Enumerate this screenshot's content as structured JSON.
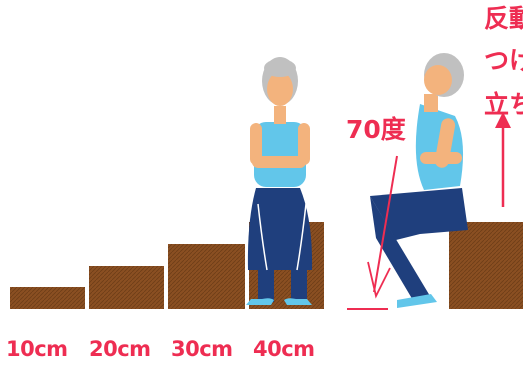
{
  "steps": [
    {
      "label": "10cm",
      "height_cm": 10
    },
    {
      "label": "20cm",
      "height_cm": 20
    },
    {
      "label": "30cm",
      "height_cm": 30
    },
    {
      "label": "40cm",
      "height_cm": 40
    }
  ],
  "angle_label": "70度",
  "side_text": [
    "反動",
    "つけ",
    "立ち"
  ],
  "colors": {
    "accent": "#ee2d52",
    "box": "#8a4f22",
    "shirt": "#62c6ea",
    "pants": "#1f3f7d",
    "skin": "#f3b37d",
    "hair": "#c0c0c0"
  },
  "icons": [
    "seated-elderly-woman",
    "leaning-forward-elderly-woman",
    "angle-line",
    "up-arrow"
  ]
}
